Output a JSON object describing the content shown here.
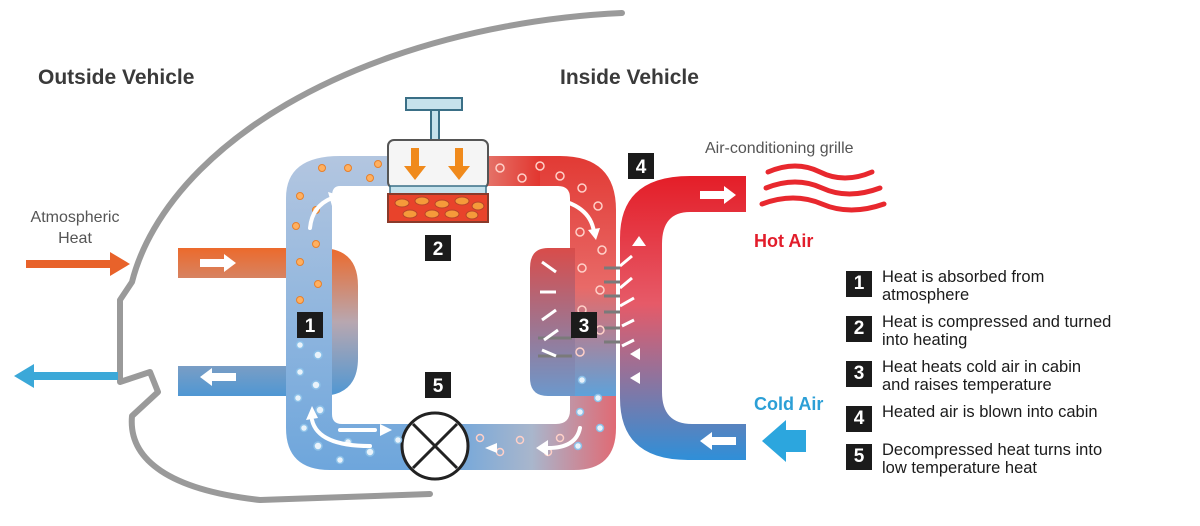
{
  "labels": {
    "outside": "Outside Vehicle",
    "inside": "Inside Vehicle",
    "atmospheric_line1": "Atmospheric",
    "atmospheric_line2": "Heat",
    "grille": "Air-conditioning grille",
    "hot_air": "Hot Air",
    "cold_air": "Cold Air"
  },
  "markers": [
    "1",
    "2",
    "3",
    "4",
    "5"
  ],
  "legend": [
    {
      "num": "1",
      "line1": "Heat is absorbed from",
      "line2": "atmosphere"
    },
    {
      "num": "2",
      "line1": "Heat is compressed and turned",
      "line2": "into heating"
    },
    {
      "num": "3",
      "line1": "Heat heats cold air in cabin",
      "line2": "and raises temperature"
    },
    {
      "num": "4",
      "line1": "Heated air is blown into cabin",
      "line2": ""
    },
    {
      "num": "5",
      "line1": "Decompressed heat turns into",
      "line2": "low temperature heat"
    }
  ],
  "colors": {
    "hot": "#e8282e",
    "cold": "#4a9fd8",
    "arrow_orange": "#e8622a",
    "arrow_blue": "#3ba8d8",
    "hot_air_text": "#e21d2b",
    "cold_air_text": "#2c9fd6",
    "outline": "#9a9a9a"
  }
}
